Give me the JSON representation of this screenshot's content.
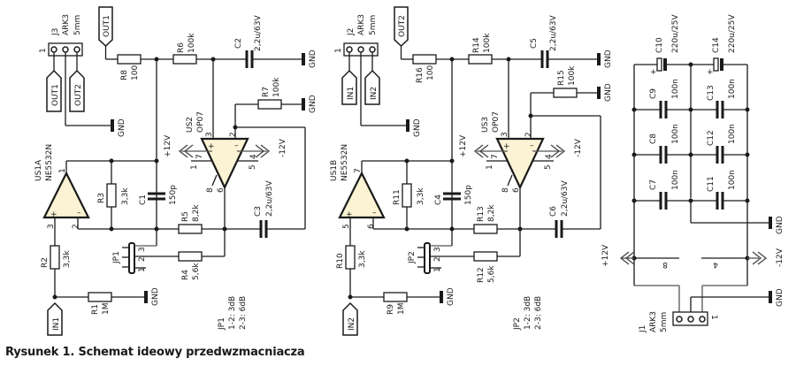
{
  "caption": "Rysunek 1. Schemat ideowy przedwzmacniacza",
  "connectors": {
    "J3": {
      "ref": "J3",
      "type": "ARK3",
      "pitch": "5mm",
      "pin1": "1",
      "signals": [
        "OUT1",
        "OUT2"
      ]
    },
    "J2": {
      "ref": "J2",
      "type": "ARK3",
      "pitch": "5mm",
      "pin1": "1",
      "signals": [
        "IN1",
        "IN2"
      ]
    },
    "J1": {
      "ref": "J1",
      "type": "ARK3",
      "pitch": "5mm",
      "pin1": "1"
    }
  },
  "net_labels": {
    "out1": "OUT1",
    "out2": "OUT2",
    "in1": "IN1",
    "in2": "IN2",
    "gnd": "GND",
    "vpos": "+12V",
    "vneg": "-12V"
  },
  "channel1": {
    "U_buf": {
      "ref": "US1A",
      "part": "NE5532N",
      "pins": {
        "out": "1",
        "inp": "3",
        "inn": "2"
      }
    },
    "U_main": {
      "ref": "US2",
      "part": "OP07",
      "pins": {
        "inp": "3",
        "inn": "2",
        "vpos": "7",
        "vneg": "4",
        "out": "6",
        "p1": "1",
        "p5": "5",
        "p8": "8"
      }
    },
    "R1": {
      "ref": "R1",
      "value": "1M"
    },
    "R2": {
      "ref": "R2",
      "value": "3,3k"
    },
    "R3": {
      "ref": "R3",
      "value": "3,3k"
    },
    "R4": {
      "ref": "R4",
      "value": "5,6k"
    },
    "R5": {
      "ref": "R5",
      "value": "8,2k"
    },
    "R6": {
      "ref": "R6",
      "value": "100k"
    },
    "R7": {
      "ref": "R7",
      "value": "100k"
    },
    "R8": {
      "ref": "R8",
      "value": "100"
    },
    "C1": {
      "ref": "C1",
      "value": "150p"
    },
    "C2": {
      "ref": "C2",
      "value": "2,2u/63V"
    },
    "C3": {
      "ref": "C3",
      "value": "2,2u/63V"
    },
    "JP": {
      "ref": "JP1",
      "pins": [
        "1",
        "2",
        "3"
      ],
      "note_title": "JP1",
      "note_1": "1-2: 3dB",
      "note_2": "2-3: 6dB"
    }
  },
  "channel2": {
    "U_buf": {
      "ref": "US1B",
      "part": "NE5532N",
      "pins": {
        "out": "7",
        "inp": "5",
        "inn": "6"
      }
    },
    "U_main": {
      "ref": "US3",
      "part": "OP07",
      "pins": {
        "inp": "3",
        "inn": "2",
        "vpos": "7",
        "vneg": "4",
        "out": "6",
        "p1": "1",
        "p5": "5",
        "p8": "8"
      }
    },
    "R1": {
      "ref": "R9",
      "value": "1M"
    },
    "R2": {
      "ref": "R10",
      "value": "3,3k"
    },
    "R3": {
      "ref": "R11",
      "value": "3,3k"
    },
    "R4": {
      "ref": "R12",
      "value": "5,6k"
    },
    "R5": {
      "ref": "R13",
      "value": "8,2k"
    },
    "R6": {
      "ref": "R14",
      "value": "100k"
    },
    "R7": {
      "ref": "R15",
      "value": "100k"
    },
    "R8": {
      "ref": "R16",
      "value": "100"
    },
    "C1": {
      "ref": "C4",
      "value": "150p"
    },
    "C2": {
      "ref": "C5",
      "value": "2,2u/63V"
    },
    "C3": {
      "ref": "C6",
      "value": "2,2u/63V"
    },
    "JP": {
      "ref": "JP2",
      "pins": [
        "1",
        "2",
        "3"
      ],
      "note_title": "JP2",
      "note_1": "1-2: 3dB",
      "note_2": "2-3: 6dB"
    }
  },
  "power": {
    "C10": {
      "ref": "C10",
      "value": "220u/25V"
    },
    "C14": {
      "ref": "C14",
      "value": "220u/25V"
    },
    "C9": {
      "ref": "C9",
      "value": "100n"
    },
    "C13": {
      "ref": "C13",
      "value": "100n"
    },
    "C8": {
      "ref": "C8",
      "value": "100n"
    },
    "C12": {
      "ref": "C12",
      "value": "100n"
    },
    "C7": {
      "ref": "C7",
      "value": "100n"
    },
    "C11": {
      "ref": "C11",
      "value": "100n"
    },
    "pin8": "8",
    "pin4": "4",
    "polarity_plus": "+"
  }
}
